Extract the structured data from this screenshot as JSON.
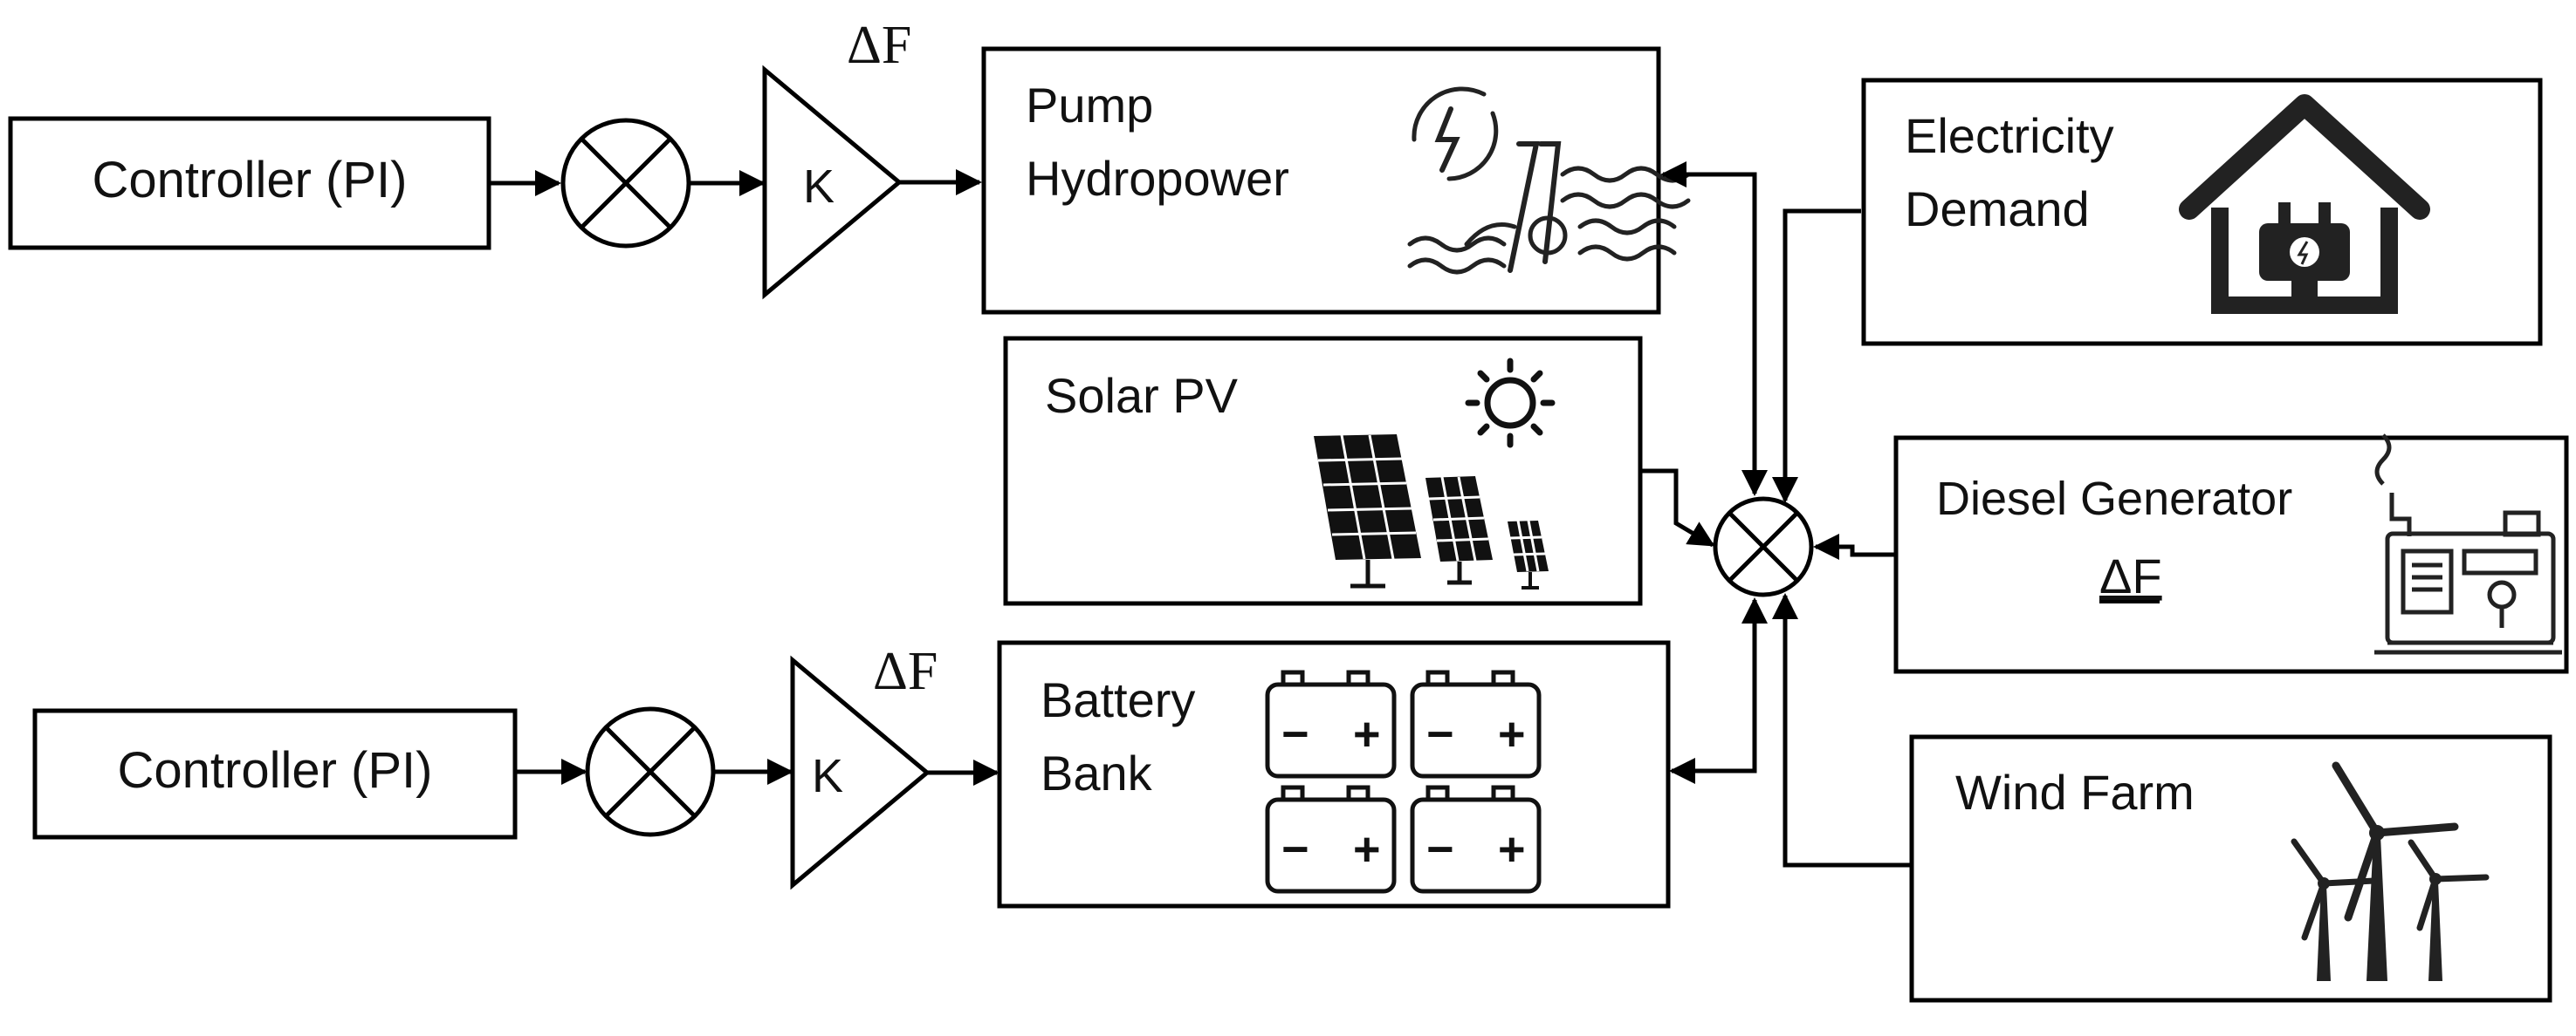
{
  "blocks": {
    "controller_top": "Controller (PI)",
    "controller_bottom": "Controller (PI)",
    "gain_top": "K",
    "gain_bottom": "K",
    "delta_f_top": "ΔF",
    "delta_f_bottom": "ΔF",
    "pump_line1": "Pump",
    "pump_line2": "Hydropower",
    "solar": "Solar PV",
    "battery_line1": "Battery",
    "battery_line2": "Bank",
    "demand_line1": "Electricity",
    "demand_line2": "Demand",
    "diesel": "Diesel Generator",
    "diesel_delta": "ΔF",
    "wind": "Wind Farm"
  },
  "battery_terminals": {
    "minus": "−",
    "plus": "+"
  },
  "icons": [
    "hydropower-icon",
    "sun-icon",
    "solar-panels-icon",
    "battery-icon",
    "house-plug-icon",
    "diesel-generator-icon",
    "wind-turbines-icon"
  ]
}
